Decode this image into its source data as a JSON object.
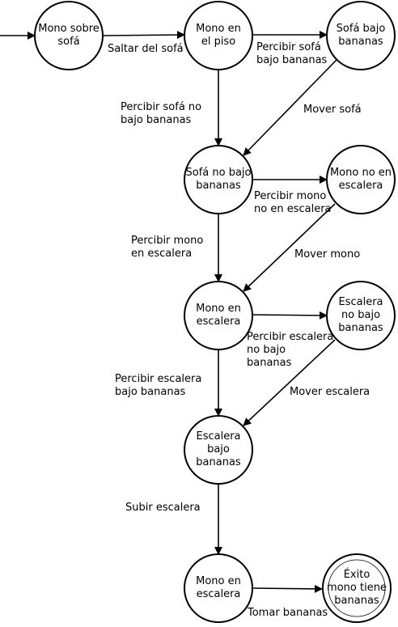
{
  "diagram": {
    "states": [
      {
        "id": "s1",
        "label": "Mono sobre\nsofá"
      },
      {
        "id": "s2",
        "label": "Mono en\nel piso"
      },
      {
        "id": "s3",
        "label": "Sofá bajo\nbananas"
      },
      {
        "id": "s4",
        "label": "Sofá no bajo\nbananas"
      },
      {
        "id": "s5",
        "label": "Mono no en\nescalera"
      },
      {
        "id": "s6",
        "label": "Mono en\nescalera"
      },
      {
        "id": "s7",
        "label": "Escalera\nno bajo\nbananas"
      },
      {
        "id": "s8",
        "label": "Escalera\nbajo\nbananas"
      },
      {
        "id": "s9",
        "label": "Mono en\nescalera"
      },
      {
        "id": "s10",
        "label": "Éxito\nmono tiene\nbananas",
        "final": true
      }
    ],
    "transitions": [
      {
        "id": "t0",
        "from": "",
        "to": "s1",
        "label": ""
      },
      {
        "id": "t1",
        "from": "s1",
        "to": "s2",
        "label": "Saltar del sofá"
      },
      {
        "id": "t2",
        "from": "s2",
        "to": "s3",
        "label": "Percibir sofá\nbajo bananas"
      },
      {
        "id": "t3",
        "from": "s2",
        "to": "s4",
        "label": "Percibir sofá no\nbajo bananas"
      },
      {
        "id": "t4",
        "from": "s3",
        "to": "s4",
        "label": "Mover sofá"
      },
      {
        "id": "t5",
        "from": "s4",
        "to": "s5",
        "label": "Percibir mono\nno en escalera"
      },
      {
        "id": "t6",
        "from": "s4",
        "to": "s6",
        "label": "Percibir mono\nen escalera"
      },
      {
        "id": "t7",
        "from": "s5",
        "to": "s6",
        "label": "Mover mono"
      },
      {
        "id": "t8",
        "from": "s6",
        "to": "s7",
        "label": "Percibir escalera\nno bajo\nbananas"
      },
      {
        "id": "t9",
        "from": "s6",
        "to": "s8",
        "label": "Percibir escalera\nbajo bananas"
      },
      {
        "id": "t10",
        "from": "s7",
        "to": "s8",
        "label": "Mover escalera"
      },
      {
        "id": "t11",
        "from": "s8",
        "to": "s9",
        "label": "Subir escalera"
      },
      {
        "id": "t12",
        "from": "s9",
        "to": "s10",
        "label": "Tomar bananas"
      }
    ]
  }
}
